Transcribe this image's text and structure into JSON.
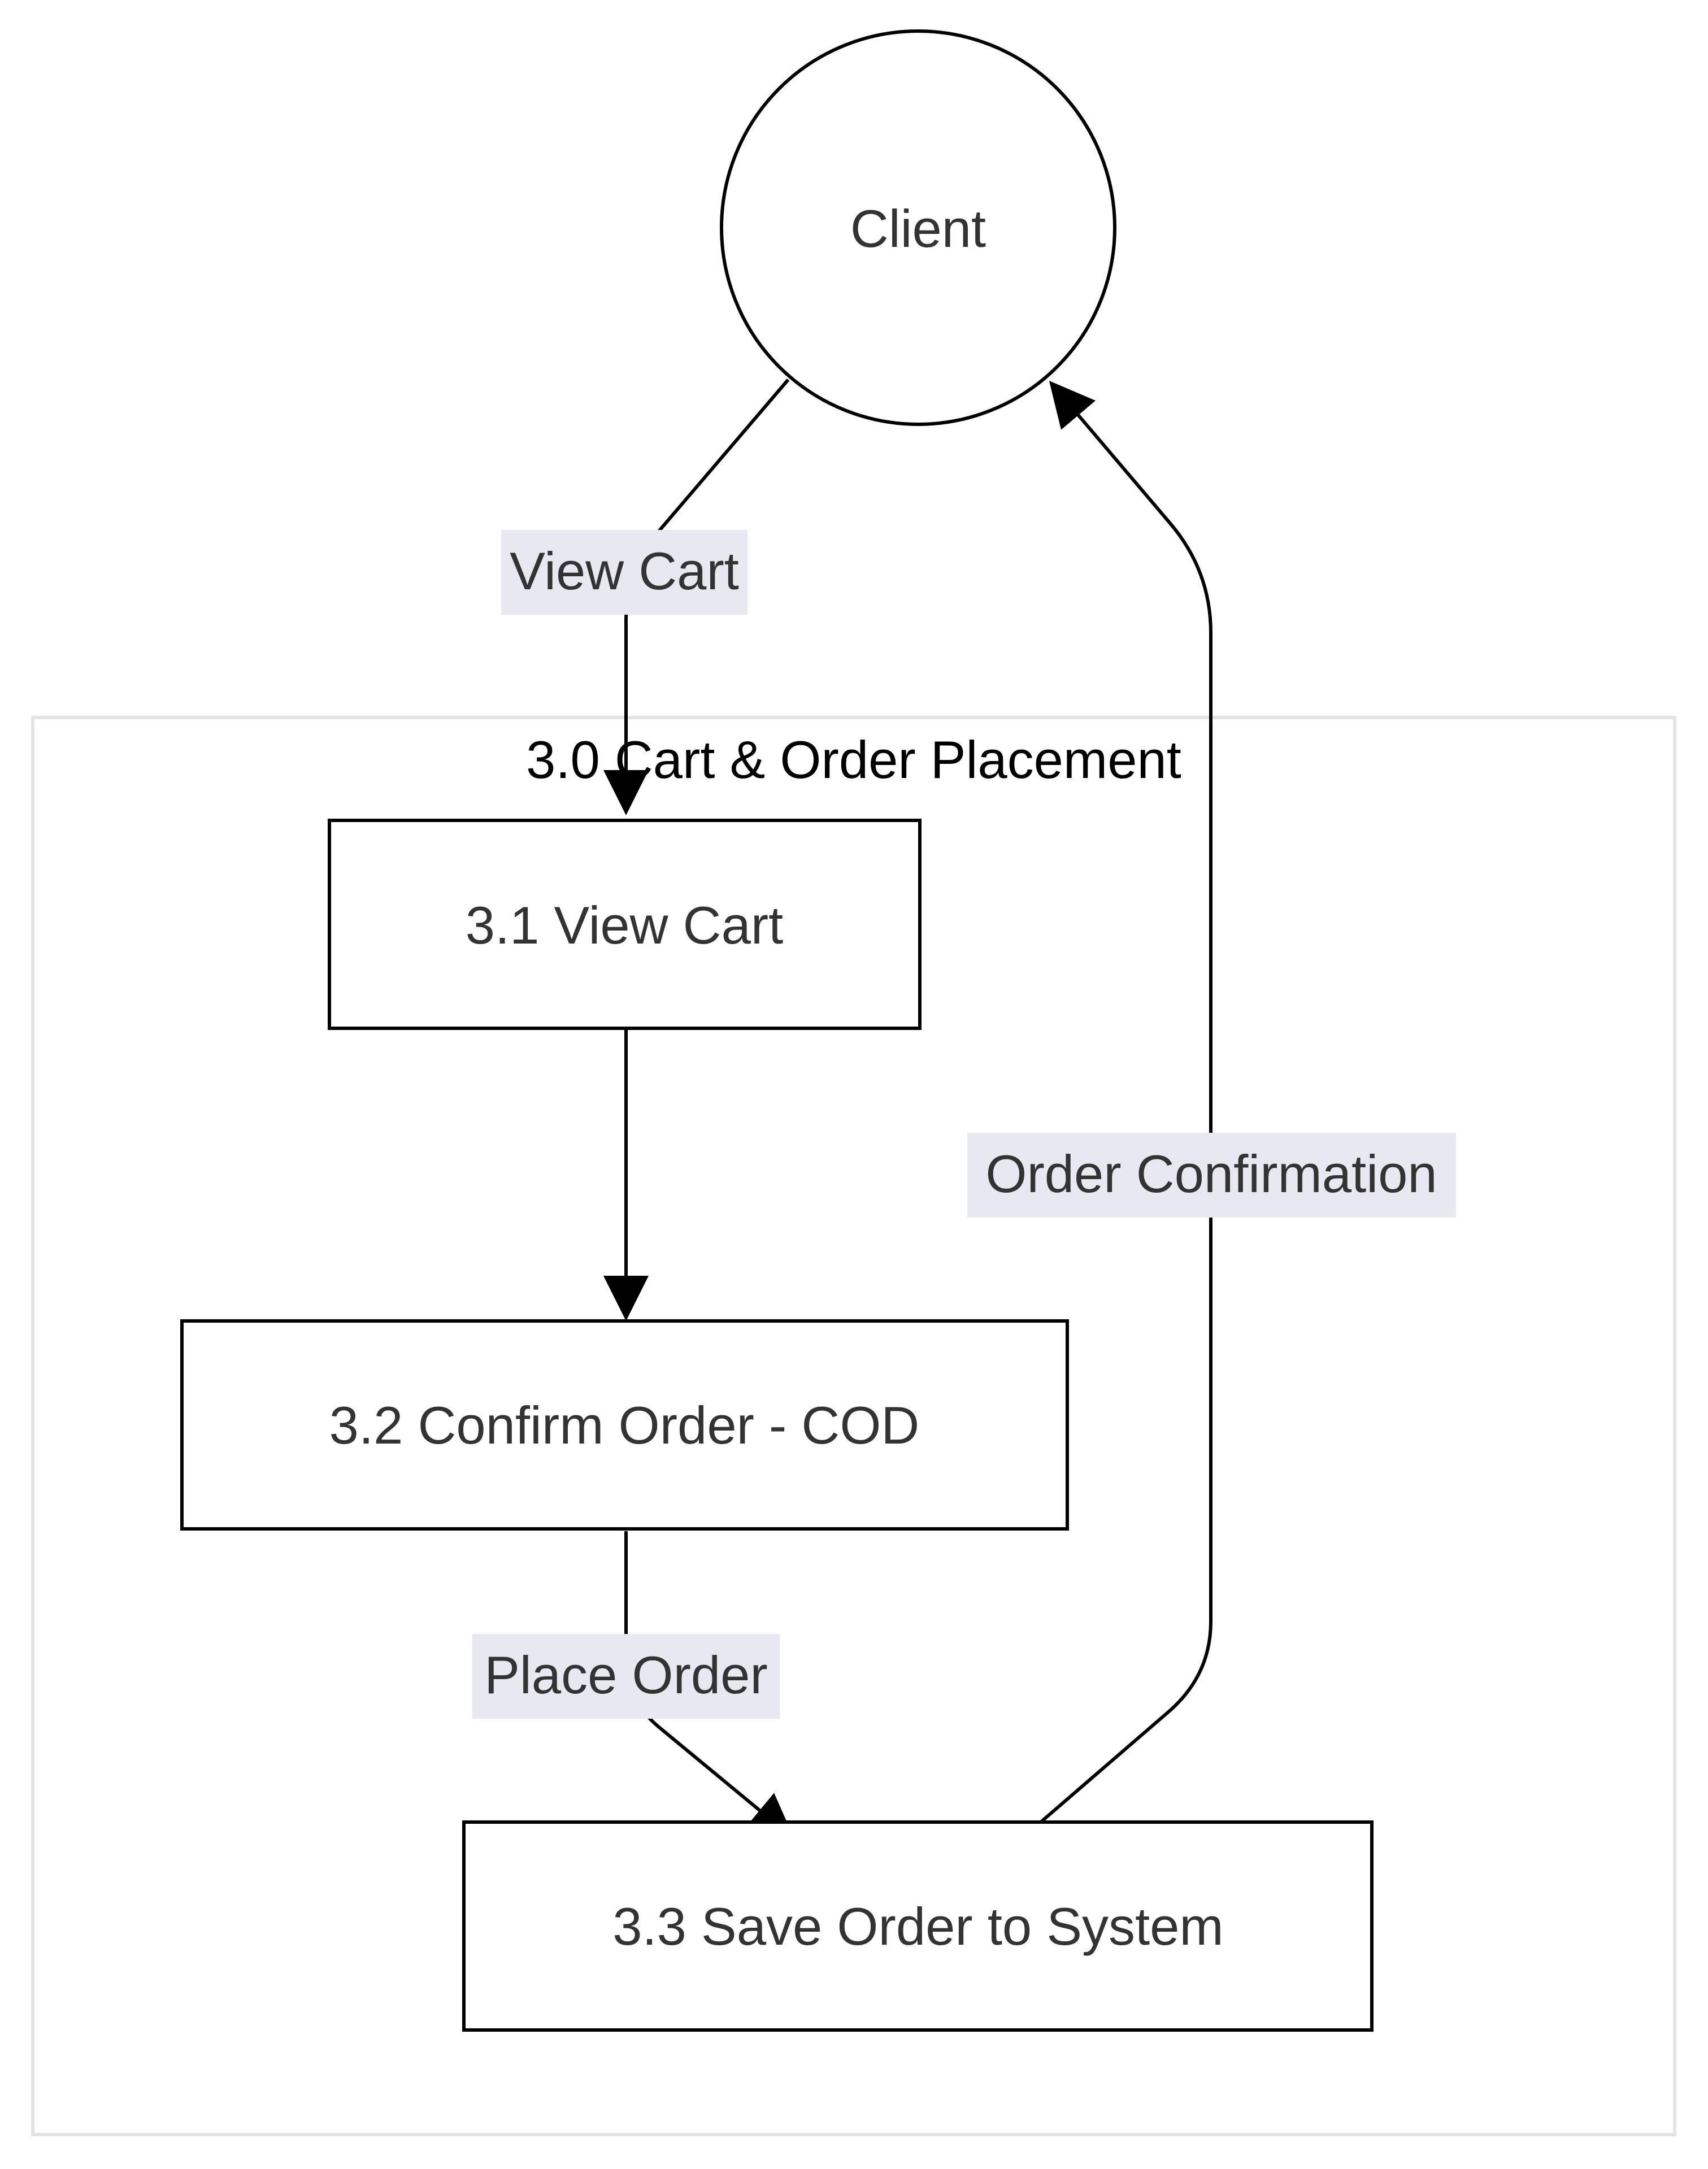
{
  "colors": {
    "background": "#ffffff",
    "node_fill": "#ffffff",
    "node_stroke": "#000000",
    "group_stroke": "#e3e3e3",
    "edge_stroke": "#000000",
    "edge_label_background": "#e8e8f0",
    "node_text": "#333333",
    "group_title_text": "#000000"
  },
  "external_entities": [
    {
      "id": "client",
      "label": "Client"
    }
  ],
  "group": {
    "title": "3.0 Cart & Order Placement"
  },
  "processes": [
    {
      "id": "p31",
      "label": "3.1 View Cart"
    },
    {
      "id": "p32",
      "label": "3.2 Confirm Order - COD"
    },
    {
      "id": "p33",
      "label": "3.3 Save Order to System"
    }
  ],
  "flows": [
    {
      "id": "f1",
      "from": "client",
      "to": "p31",
      "label": "View Cart"
    },
    {
      "id": "f2",
      "from": "p31",
      "to": "p32",
      "label": ""
    },
    {
      "id": "f3",
      "from": "p32",
      "to": "p33",
      "label": "Place Order"
    },
    {
      "id": "f4",
      "from": "p33",
      "to": "client",
      "label": "Order Confirmation"
    }
  ]
}
